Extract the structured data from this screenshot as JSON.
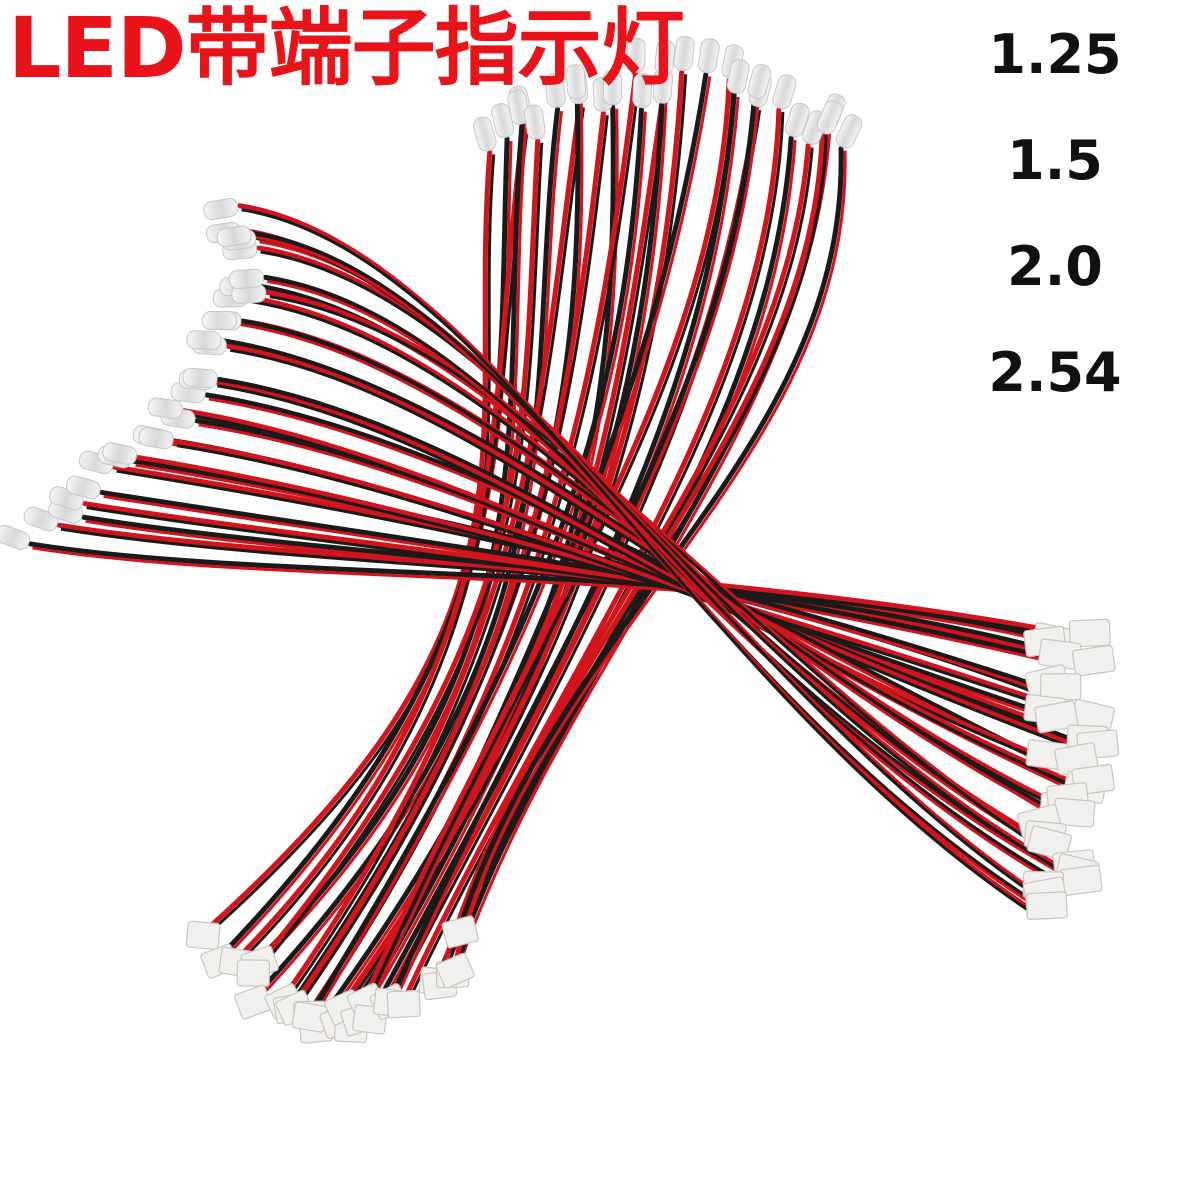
{
  "title": "LED带端子指示灯",
  "sizes": [
    "1.25",
    "1.5",
    "2.0",
    "2.54"
  ],
  "colors": {
    "title": "#e8141a",
    "red_wire": "#d4141c",
    "black_wire": "#1a1a1a",
    "connector": "#f2f0ee"
  }
}
